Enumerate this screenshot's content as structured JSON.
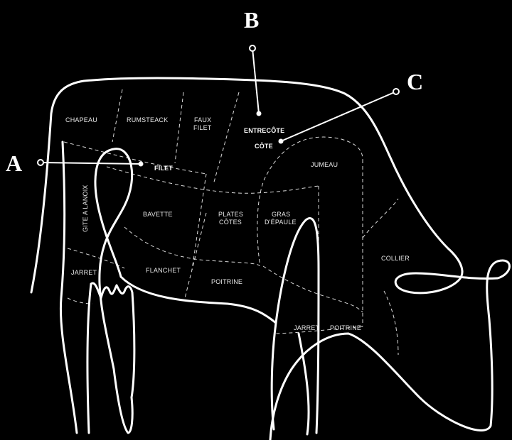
{
  "cuts": {
    "chapeau": "CHAPEAU",
    "rumsteack": "RUMSTEACK",
    "faux_filet_1": "FAUX",
    "faux_filet_2": "FILET",
    "entrecote": "ENTRECÔTE",
    "cote": "CÔTE",
    "filet": "FILET",
    "jumeau": "JUMEAU",
    "gite_a_lanoix": "GITE A LANOIX",
    "bavette": "BAVETTE",
    "plates_cotes_1": "PLATES",
    "plates_cotes_2": "CÔTES",
    "gras_epaule_1": "GRAS",
    "gras_epaule_2": "D'ÉPAULE",
    "collier": "COLLIER",
    "jarret_rear": "JARRET",
    "flanchet": "FLANCHET",
    "poitrine_mid": "POITRINE",
    "jarret_front": "JARRET",
    "poitrine_front": "POITRINE"
  },
  "markers": {
    "a": "A",
    "b": "B",
    "c": "C"
  },
  "colors": {
    "background": "#000000",
    "line": "#ffffff"
  }
}
